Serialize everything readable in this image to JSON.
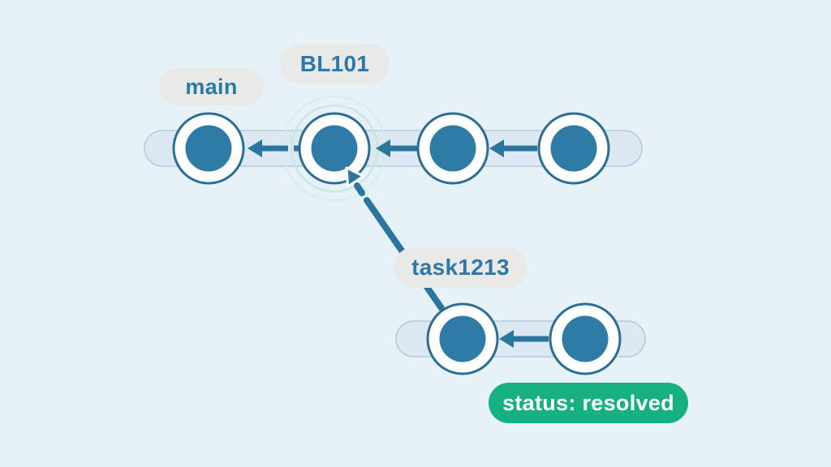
{
  "labels": {
    "main_branch": "main",
    "highlighted_commit": "BL101",
    "task_branch": "task1213",
    "status_badge": "status: resolved"
  },
  "colors": {
    "background": "#e6f2f8",
    "track_fill": "#dce8f2",
    "track_stroke": "#b7c9da",
    "node_fill": "#2e7ca6",
    "node_outline": "#2b6d94",
    "arrow": "#2b769f",
    "highlight_ring": "#c7e9e1",
    "label_pill_fill": "#e9eae8",
    "label_text": "#2b79a6",
    "status_badge_fill": "#16b183",
    "status_badge_text": "#ffffff"
  },
  "diagram": {
    "type": "git-branch-diagram",
    "branches": [
      {
        "label": "main",
        "commit_count": 4,
        "highlighted_commit_label": "BL101",
        "arrow_direction": "left"
      },
      {
        "label": "task1213",
        "commit_count": 2,
        "merges_into_commit": "BL101",
        "status": "resolved",
        "arrow_direction": "left"
      }
    ]
  }
}
